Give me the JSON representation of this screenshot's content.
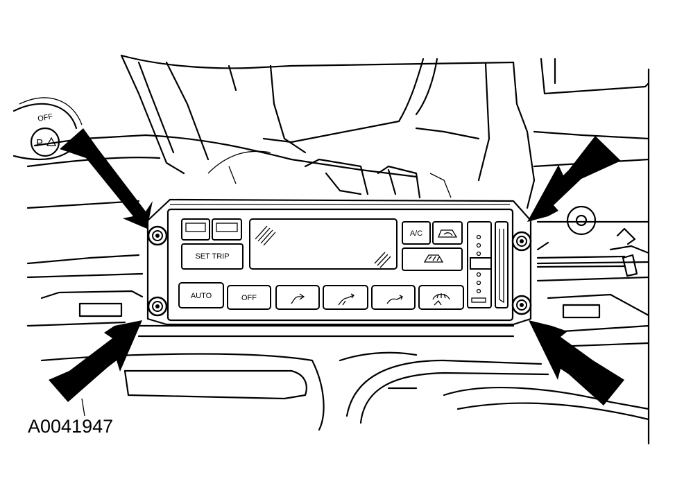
{
  "figure_id": "A0041947",
  "park_switch": {
    "off_label": "OFF",
    "p_label": "P"
  },
  "control_panel": {
    "buttons": {
      "set_trip": "SET TRIP",
      "ac": "A/C",
      "auto": "AUTO",
      "off": "OFF"
    },
    "icons": [
      "recirculation-icon",
      "defrost-rear-icon",
      "vent-panel-icon",
      "vent-floor-panel-icon",
      "vent-floor-icon",
      "defrost-front-icon"
    ]
  },
  "callouts": {
    "count": 4,
    "meaning": "fastener-locations"
  }
}
